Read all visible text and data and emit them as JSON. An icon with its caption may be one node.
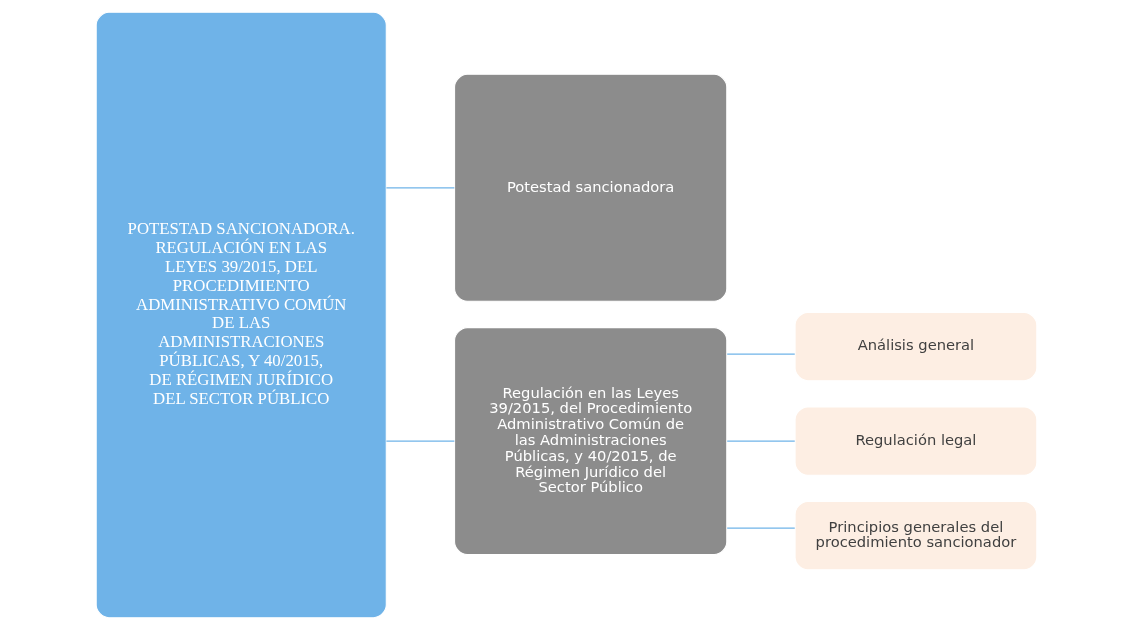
{
  "diagram": {
    "nodes": [
      {
        "text": [
          "POTESTAD SANCIONADORA. REGULACIÓN EN LAS LEYES 39/2015, DEL PROCEDIMIENTO ADMINISTRATIVO COMÚN DE LAS ADMINISTRACIONES PÚBLICAS, Y 40/2015, DE RÉGIMEN JURÍDICO DEL SECTOR PÚBLICO"
        ]
      },
      {
        "text": [
          "Potestad sancionadora"
        ]
      },
      {
        "text": [
          "Regulación en las Leyes 39/2015, del Procedimiento Administrativo Común de las Administraciones Públicas, y 40/2015, de Régimen Jurídico del Sector Público"
        ]
      },
      {
        "text": [
          "Análisis general"
        ]
      },
      {
        "text": [
          "Regulación legal"
        ]
      },
      {
        "text": [
          "Principios generales del procedimiento sancionador"
        ]
      }
    ],
    "edges": [
      {
        "from": 0,
        "to": 1,
        "arrow": "none"
      },
      {
        "from": 0,
        "to": 2,
        "arrow": "none"
      },
      {
        "from": 2,
        "to": 3,
        "arrow": "none"
      },
      {
        "from": 2,
        "to": 4,
        "arrow": "none"
      },
      {
        "from": 2,
        "to": 5,
        "arrow": "none"
      }
    ]
  }
}
